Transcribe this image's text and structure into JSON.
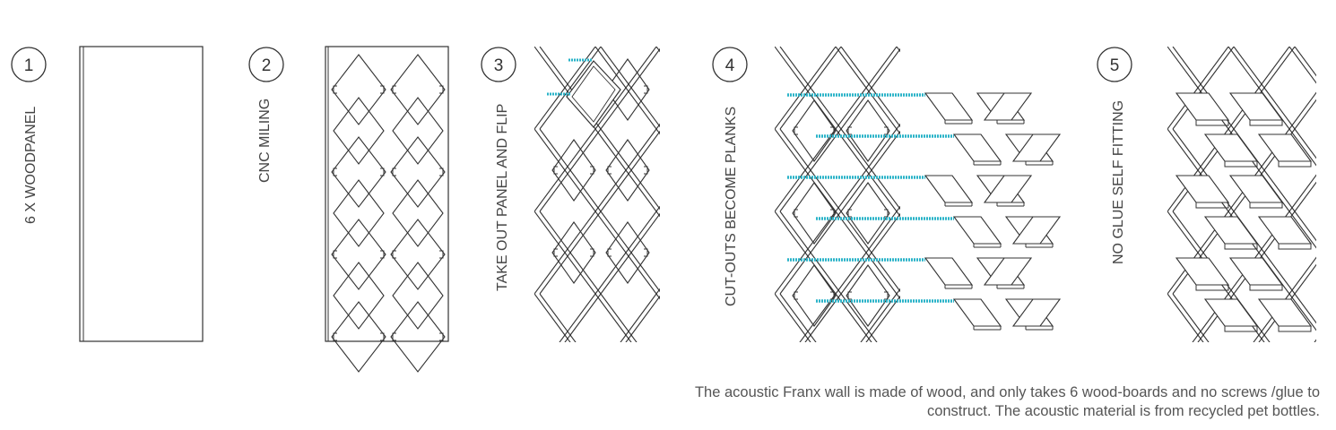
{
  "steps": [
    {
      "number": "1",
      "label": "6 X WOODPANEL"
    },
    {
      "number": "2",
      "label": "CNC MILING"
    },
    {
      "number": "3",
      "label": "TAKE OUT PANEL AND FLIP"
    },
    {
      "number": "4",
      "label": "CUT-OUTS BECOME PLANKS"
    },
    {
      "number": "5",
      "label": "NO GLUE SELF FITTING"
    }
  ],
  "caption": {
    "line1": "The acoustic Franx wall is made of wood, and only takes 6 wood-boards and no screws /glue to",
    "line2": "construct.  The acoustic material is from recycled pet bottles."
  },
  "colors": {
    "line": "#333333",
    "accent": "#2ab3c8"
  }
}
